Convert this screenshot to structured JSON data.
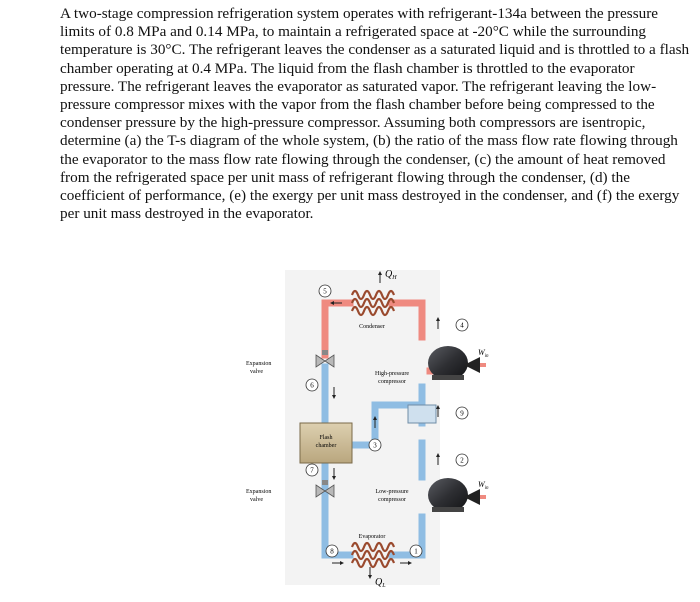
{
  "problem": {
    "text": "A two-stage compression refrigeration system operates with refrigerant-134a between the pressure limits of 0.8 MPa and 0.14 MPa, to maintain a refrigerated space at -20°C while the surrounding temperature is 30°C. The refrigerant leaves the condenser as a saturated liquid and is throttled to a flash chamber operating at 0.4 MPa. The liquid from the flash chamber is throttled to the evaporator pressure. The refrigerant leaves the evaporator as saturated vapor. The refrigerant leaving the low-pressure compressor mixes with the vapor from the flash chamber before being compressed to the condenser pressure by the high-pressure compressor. Assuming both compressors are isentropic, determine (a) the T-s diagram of the whole system, (b) the ratio of the mass flow rate flowing through the evaporator to the mass flow rate flowing through the condenser, (c) the amount of heat removed from the refrigerated space per unit mass of refrigerant flowing through the condenser, (d) the coefficient of performance, (e) the exergy per unit mass destroyed in the condenser, and (f) the exergy per unit mass destroyed in the evaporator."
  },
  "figure": {
    "labels": {
      "qh": "Q",
      "qh_sub": "H",
      "ql": "Q",
      "ql_sub": "L",
      "win_top": "W",
      "win_top_sub": "in",
      "win_bottom": "W",
      "win_bottom_sub": "in",
      "condenser": "Condenser",
      "evaporator": "Evaporator",
      "flash1": "Flash",
      "flash2": "chamber",
      "hp1": "High-pressure",
      "hp2": "compressor",
      "lp1": "Low-pressure",
      "lp2": "compressor",
      "ev_top1": "Expansion",
      "ev_top2": "valve",
      "ev_bot1": "Expansion",
      "ev_bot2": "valve"
    },
    "states": [
      "1",
      "2",
      "3",
      "4",
      "5",
      "6",
      "7",
      "8",
      "9"
    ],
    "colors": {
      "hot_pipe": "#ef8a80",
      "cold_pipe": "#8fbde3",
      "coil": "#9a4a2e",
      "chamber": "#c9b896",
      "compressor": "#2e2f33"
    }
  }
}
